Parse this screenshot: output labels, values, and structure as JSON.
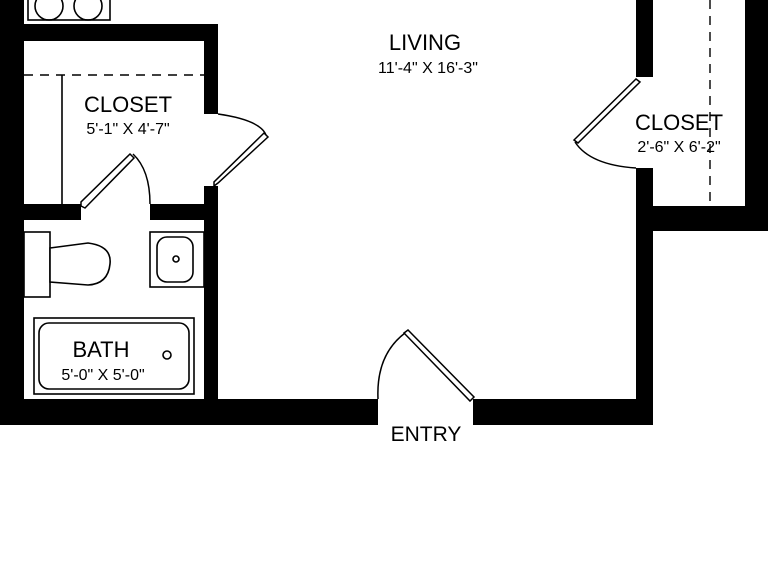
{
  "rooms": {
    "living": {
      "name": "LIVING",
      "dims": "11'-4\" X 16'-3\""
    },
    "closet_left": {
      "name": "CLOSET",
      "dims": "5'-1\" X 4'-7\""
    },
    "closet_right": {
      "name": "CLOSET",
      "dims": "2'-6\" X 6'-2\""
    },
    "bath": {
      "name": "BATH",
      "dims": "5'-0\" X 5'-0\""
    }
  },
  "entry": {
    "label": "ENTRY"
  },
  "colors": {
    "wall": "#000000",
    "background": "#ffffff"
  }
}
